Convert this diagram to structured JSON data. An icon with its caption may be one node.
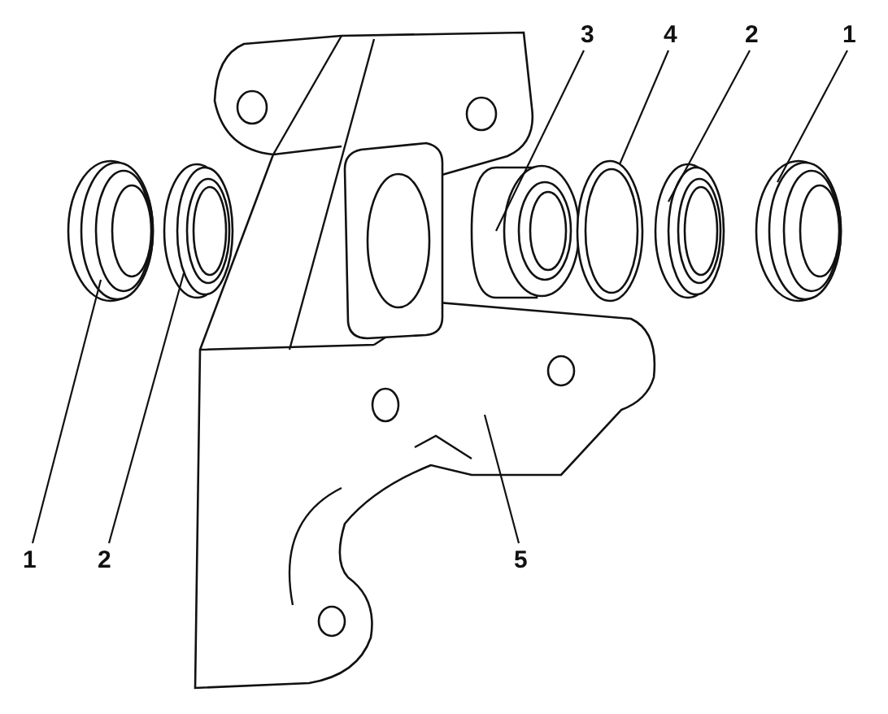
{
  "diagram": {
    "nodes": [
      {
        "text": [
          "3"
        ]
      },
      {
        "text": [
          "4"
        ]
      },
      {
        "text": [
          "2"
        ]
      },
      {
        "text": [
          "1"
        ]
      },
      {
        "text": [
          "1"
        ]
      },
      {
        "text": [
          "2"
        ]
      },
      {
        "text": [
          "5"
        ]
      },
      {
        "text": [],
        "shape": "picture"
      },
      {
        "text": [],
        "shape": "picture"
      },
      {
        "text": [],
        "shape": "picture"
      },
      {
        "text": [],
        "shape": "picture"
      },
      {
        "text": [],
        "shape": "picture"
      },
      {
        "text": [],
        "shape": "picture"
      },
      {
        "text": [],
        "shape": "picture"
      }
    ],
    "edges": [
      {
        "from": 0,
        "to": 10,
        "arrow": "none"
      },
      {
        "from": 1,
        "to": 11,
        "arrow": "none"
      },
      {
        "from": 2,
        "to": 12,
        "arrow": "none"
      },
      {
        "from": 3,
        "to": 13,
        "arrow": "none"
      },
      {
        "from": 4,
        "to": 7,
        "arrow": "none"
      },
      {
        "from": 5,
        "to": 8,
        "arrow": "none"
      },
      {
        "from": 6,
        "to": 9,
        "arrow": "none"
      }
    ]
  }
}
